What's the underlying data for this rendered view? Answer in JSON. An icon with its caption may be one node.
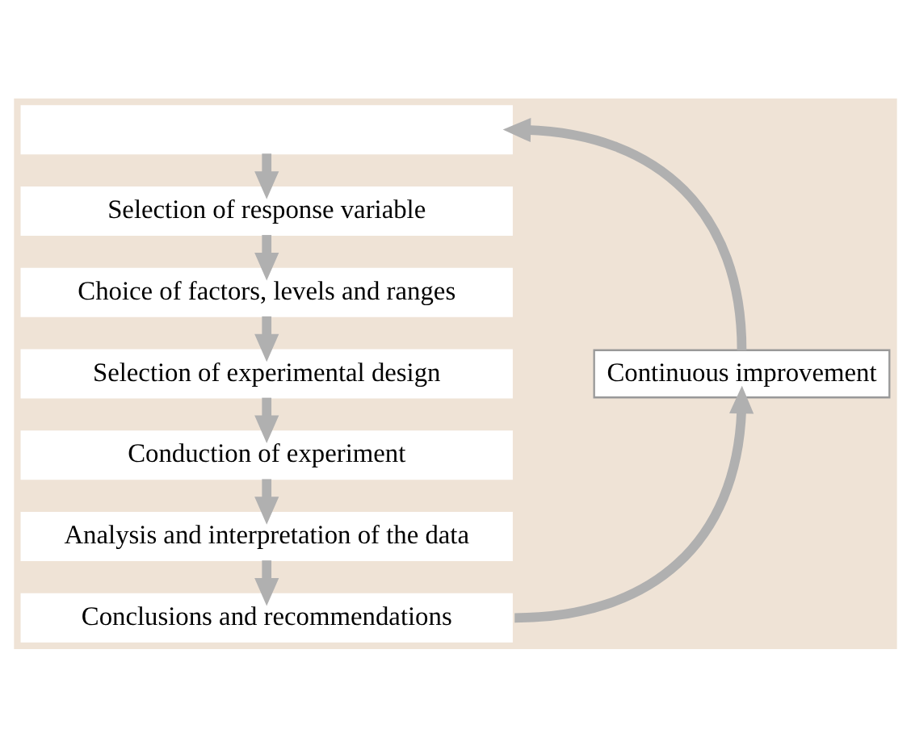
{
  "diagram": {
    "nodes": [
      {
        "text": [],
        "shape": "box"
      },
      {
        "text": [
          "Selection of response variable"
        ]
      },
      {
        "text": [
          "Choice of factors, levels and ranges"
        ]
      },
      {
        "text": [
          "Selection of experimental design"
        ]
      },
      {
        "text": [
          "Conduction of experiment"
        ]
      },
      {
        "text": [
          "Analysis and interpretation of the data"
        ]
      },
      {
        "text": [
          "Conclusions and recommendations"
        ]
      },
      {
        "text": [
          "Continuous improvement"
        ]
      }
    ],
    "edges": [
      {
        "from": 0,
        "to": 1,
        "arrow": "to"
      },
      {
        "from": 1,
        "to": 2,
        "arrow": "to"
      },
      {
        "from": 2,
        "to": 3,
        "arrow": "to"
      },
      {
        "from": 3,
        "to": 4,
        "arrow": "to"
      },
      {
        "from": 4,
        "to": 5,
        "arrow": "to"
      },
      {
        "from": 5,
        "to": 6,
        "arrow": "to"
      },
      {
        "from": 6,
        "to": 7,
        "arrow": "to"
      },
      {
        "from": 7,
        "to": 0,
        "arrow": "to"
      }
    ]
  }
}
